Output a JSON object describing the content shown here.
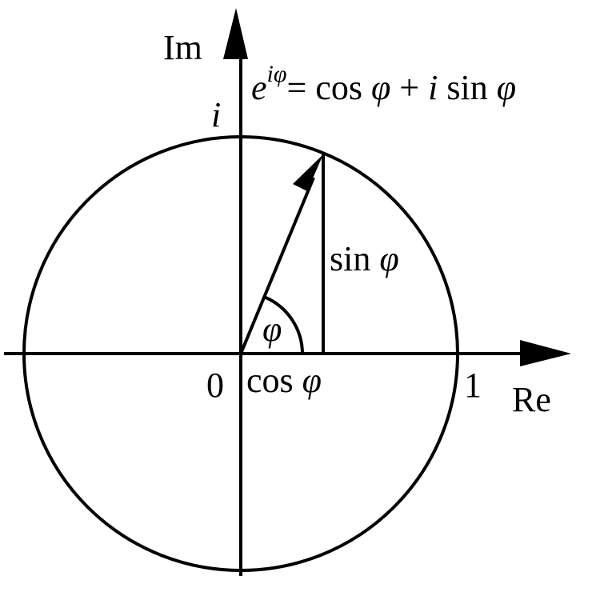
{
  "labels": {
    "im_axis": "Im",
    "re_axis": "Re",
    "origin": "0",
    "one": "1",
    "imag_unit": "i",
    "angle": "φ",
    "sin_label": "sin φ",
    "cos_label": "cos φ",
    "formula": {
      "base": "e",
      "exponent": "iφ",
      "rhs_cos": "= cos ",
      "phi1": "φ",
      "plus": " + ",
      "i": "i",
      "sin": " sin ",
      "phi2": "φ"
    }
  },
  "colors": {
    "stroke": "#000000",
    "background": "#ffffff"
  }
}
